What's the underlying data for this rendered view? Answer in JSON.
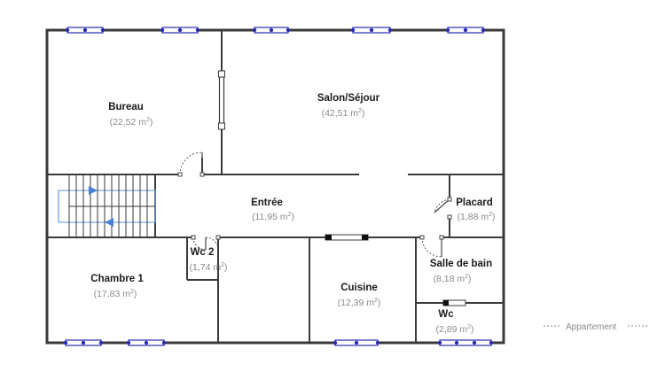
{
  "rooms": {
    "bureau": {
      "name": "Bureau",
      "area": "22,52",
      "unit": "m",
      "exp": "2"
    },
    "salon": {
      "name": "Salon/Séjour",
      "area": "42,51",
      "unit": "m",
      "exp": "2"
    },
    "entree": {
      "name": "Entrée",
      "area": "11,95",
      "unit": "m",
      "exp": "2"
    },
    "placard": {
      "name": "Placard",
      "area": "1,88",
      "unit": "m",
      "exp": "2"
    },
    "wc2": {
      "name": "Wc 2",
      "area": "1,74",
      "unit": "m",
      "exp": "2"
    },
    "chambre1": {
      "name": "Chambre 1",
      "area": "17,83",
      "unit": "m",
      "exp": "2"
    },
    "cuisine": {
      "name": "Cuisine",
      "area": "12,39",
      "unit": "m",
      "exp": "2"
    },
    "sdb": {
      "name": "Salle de bain",
      "area": "8,18",
      "unit": "m",
      "exp": "2"
    },
    "wc": {
      "name": "Wc",
      "area": "2,89",
      "unit": "m",
      "exp": "2"
    }
  },
  "legend": {
    "label": "Appartement"
  },
  "colors": {
    "wall": "#3a3a3a",
    "window": "#2a2ab0",
    "stair_arrow": "#4a7fd8",
    "stair_border": "#6fa8e8",
    "label": "#1a1a1a",
    "area": "#8a8a8a"
  }
}
